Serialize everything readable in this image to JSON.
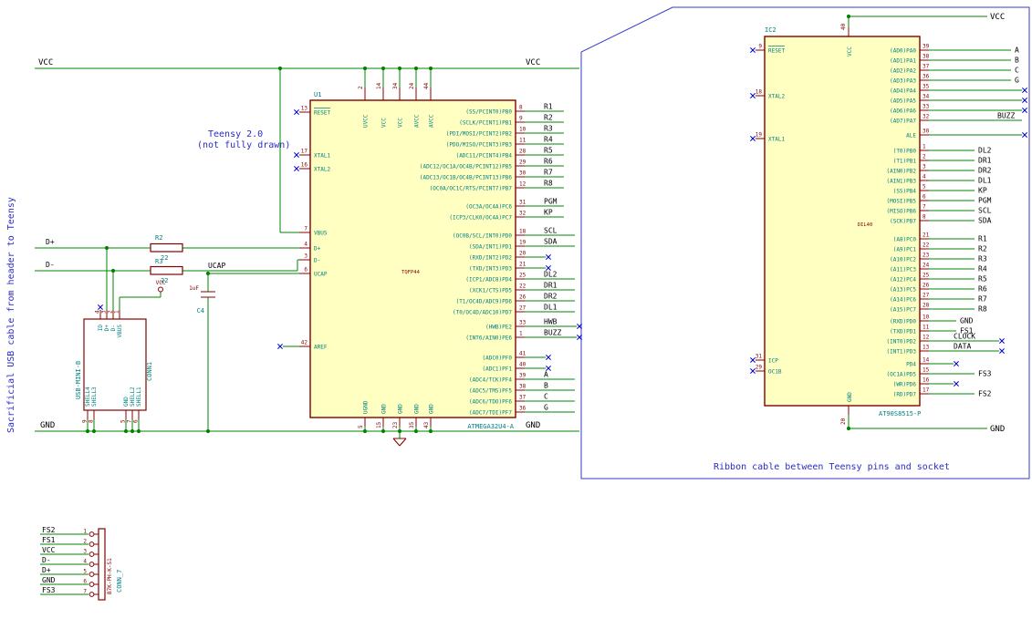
{
  "schematic": {
    "notes": {
      "left_vertical": "Sacrificial USB cable from header to Teensy",
      "teensy_1": "Teensy 2.0",
      "teensy_2": "(not fully drawn)",
      "ribbon": "Ribbon cable between Teensy pins and socket"
    },
    "power": {
      "vcc_left": "VCC",
      "vcc_right": "VCC",
      "gnd_left": "GND",
      "gnd_right": "GND",
      "vcc_ic2": "VCC",
      "gnd_ic2": "GND",
      "usb_vcc": "VCC"
    },
    "nets_left": {
      "dplus": "D+",
      "dminus": "D-",
      "ucap": "UCAP"
    }
  },
  "r2": {
    "ref": "R2",
    "value": "22"
  },
  "r3": {
    "ref": "R3",
    "value": "22"
  },
  "c4": {
    "ref": "C4",
    "value": "1uF"
  },
  "u1": {
    "ref": "U1",
    "value": "ATMEGA32U4-A",
    "package": "TQFP44",
    "left_pins": [
      {
        "num": "13",
        "name": "RESET",
        "nc": true,
        "overline": true
      },
      {
        "num": "17",
        "name": "XTAL1",
        "nc": true
      },
      {
        "num": "16",
        "name": "XTAL2",
        "nc": true
      },
      {
        "num": "7",
        "name": "VBUS"
      },
      {
        "num": "4",
        "name": "D+"
      },
      {
        "num": "3",
        "name": "D-"
      },
      {
        "num": "6",
        "name": "UCAP"
      },
      {
        "num": "42",
        "name": "AREF",
        "nc": true
      }
    ],
    "top_pins": [
      {
        "num": "2",
        "name": "UVCC"
      },
      {
        "num": "14",
        "name": "VCC"
      },
      {
        "num": "34",
        "name": "VCC"
      },
      {
        "num": "24",
        "name": "AVCC"
      },
      {
        "num": "44",
        "name": "AVCC"
      }
    ],
    "bottom_pins": [
      {
        "num": "5",
        "name": "UGND"
      },
      {
        "num": "15",
        "name": "GND"
      },
      {
        "num": "23",
        "name": "GND"
      },
      {
        "num": "35",
        "name": "GND"
      },
      {
        "num": "43",
        "name": "GND"
      }
    ],
    "right_groups": [
      {
        "rows": [
          {
            "num": "8",
            "name": "(SS/PCINT0)PB0",
            "net": "R1"
          },
          {
            "num": "9",
            "name": "(SCLK/PCINT1)PB1",
            "net": "R2"
          },
          {
            "num": "10",
            "name": "(PDI/MOSI/PCINT2)PB2",
            "net": "R3"
          },
          {
            "num": "11",
            "name": "(PDO/MISO/PCINT3)PB3",
            "net": "R4"
          },
          {
            "num": "28",
            "name": "(ADC11/PCINT4)PB4",
            "net": "R5"
          },
          {
            "num": "29",
            "name": "(ADC12/OC1A/OC4B/PCINT12)PB5",
            "net": "R6"
          },
          {
            "num": "30",
            "name": "(ADC13/OC1B/OC4B/PCINT13)PB6",
            "net": "R7"
          },
          {
            "num": "12",
            "name": "(OC0A/OC1C/RTS/PCINT7)PB7",
            "net": "R8"
          }
        ]
      },
      {
        "rows": [
          {
            "num": "31",
            "name": "(OC3A/OC4A)PC6",
            "net": "PGM"
          },
          {
            "num": "32",
            "name": "(ICP3/CLK0/OC4A)PC7",
            "net": "KP"
          }
        ]
      },
      {
        "rows": [
          {
            "num": "18",
            "name": "(OC0B/SCL/INT0)PD0",
            "net": "SCL",
            "w": "long"
          },
          {
            "num": "19",
            "name": "(SDA/INT1)PD1",
            "net": "SDA",
            "w": "long"
          },
          {
            "num": "20",
            "name": "(RXD/INT2)PD2",
            "nc": true
          },
          {
            "num": "21",
            "name": "(TXD/INT3)PD3",
            "nc": true
          },
          {
            "num": "25",
            "name": "(ICP1/ADC8)PD4",
            "net": "DL2",
            "w": "long"
          },
          {
            "num": "22",
            "name": "(XCK1/CTS)PD5",
            "net": "DR1",
            "w": "long"
          },
          {
            "num": "26",
            "name": "(T1/OC4D/ADC9)PD6",
            "net": "DR2",
            "w": "long"
          },
          {
            "num": "27",
            "name": "(T0/OC4D/ADC10)PD7",
            "net": "DL1",
            "w": "long"
          }
        ]
      },
      {
        "rows": [
          {
            "num": "33",
            "name": "(HWB)PE2",
            "net": "HWB",
            "w": "ncend"
          },
          {
            "num": "1",
            "name": "(INT6/AIN0)PE6",
            "net": "BUZZ",
            "w": "ncend"
          }
        ]
      },
      {
        "rows": [
          {
            "num": "41",
            "name": "(ADC0)PF0",
            "nc": true
          },
          {
            "num": "40",
            "name": "(ADC1)PF1",
            "nc": true
          },
          {
            "num": "39",
            "name": "(ADC4/TCK)PF4",
            "net": "A",
            "w": "long"
          },
          {
            "num": "38",
            "name": "(ADC5/TMS)PF5",
            "net": "B",
            "w": "long"
          },
          {
            "num": "37",
            "name": "(ADC6/TDO)PF6",
            "net": "C",
            "w": "long"
          },
          {
            "num": "36",
            "name": "(ADC7/TDI)PF7",
            "net": "G",
            "w": "long"
          }
        ]
      }
    ]
  },
  "ic2": {
    "ref": "IC2",
    "value": "AT90S8515-P",
    "package": "DIL40",
    "top_pin": {
      "num": "40",
      "name": "VCC"
    },
    "bottom_pin": {
      "num": "20",
      "name": "GND"
    },
    "left_pins": [
      {
        "num": "9",
        "name": "RESET",
        "nc": true,
        "overline": true
      },
      {
        "num": "18",
        "name": "XTAL2",
        "nc": true
      },
      {
        "num": "19",
        "name": "XTAL1",
        "nc": true
      },
      {
        "num": "31",
        "name": "ICP",
        "nc": true
      },
      {
        "num": "29",
        "name": "OC1B",
        "nc": true
      }
    ],
    "right_groups": [
      {
        "rows": [
          {
            "num": "39",
            "name": "(AD0)PA0",
            "net": "A",
            "k": "letter"
          },
          {
            "num": "38",
            "name": "(AD1)PA1",
            "net": "B",
            "k": "letter"
          },
          {
            "num": "37",
            "name": "(AD2)PA2",
            "net": "C",
            "k": "letter"
          },
          {
            "num": "36",
            "name": "(AD3)PA3",
            "net": "G",
            "k": "letter"
          },
          {
            "num": "35",
            "name": "(AD4)PA4",
            "k": "nc"
          },
          {
            "num": "34",
            "name": "(AD5)PA5",
            "k": "nc"
          },
          {
            "num": "33",
            "name": "(AD6)PA6",
            "k": "nc"
          },
          {
            "num": "32",
            "name": "(AD7)PA7",
            "net": "BUZZ",
            "k": "buzz"
          }
        ]
      },
      {
        "rows": [
          {
            "num": "30",
            "name": "ALE",
            "k": "nc"
          }
        ]
      },
      {
        "rows": [
          {
            "num": "1",
            "name": "(T0)PB0",
            "net": "DL2",
            "k": "mid"
          },
          {
            "num": "2",
            "name": "(T1)PB1",
            "net": "DR1",
            "k": "mid"
          },
          {
            "num": "3",
            "name": "(AIN0)PB2",
            "net": "DR2",
            "k": "mid"
          },
          {
            "num": "4",
            "name": "(AIN1)PB3",
            "net": "DL1",
            "k": "mid"
          },
          {
            "num": "5",
            "name": "(SS)PB4",
            "net": "KP",
            "k": "mid"
          },
          {
            "num": "6",
            "name": "(MOSI)PB5",
            "net": "PGM",
            "k": "mid"
          },
          {
            "num": "7",
            "name": "(MISO)PB6",
            "net": "SCL",
            "k": "mid"
          },
          {
            "num": "8",
            "name": "(SCK)PB7",
            "net": "SDA",
            "k": "mid"
          }
        ]
      },
      {
        "rows": [
          {
            "num": "21",
            "name": "(A8)PC0",
            "net": "R1",
            "k": "mid"
          },
          {
            "num": "22",
            "name": "(A9)PC1",
            "net": "R2",
            "k": "mid"
          },
          {
            "num": "23",
            "name": "(A10)PC2",
            "net": "R3",
            "k": "mid"
          },
          {
            "num": "24",
            "name": "(A11)PC3",
            "net": "R4",
            "k": "mid"
          },
          {
            "num": "25",
            "name": "(A12)PC4",
            "net": "R5",
            "k": "mid"
          },
          {
            "num": "26",
            "name": "(A13)PC5",
            "net": "R6",
            "k": "mid"
          },
          {
            "num": "27",
            "name": "(A14)PC6",
            "net": "R7",
            "k": "mid"
          },
          {
            "num": "28",
            "name": "(A15)PC7",
            "net": "R8",
            "k": "mid"
          }
        ]
      },
      {
        "rows": [
          {
            "num": "10",
            "name": "(RXD)PD0",
            "net": "GND",
            "k": "pdshort"
          },
          {
            "num": "11",
            "name": "(TXD)PD1",
            "net": "FS1",
            "k": "pdshort"
          },
          {
            "num": "12",
            "name": "(INT0)PD2",
            "net": "CLOCK",
            "k": "pdx"
          },
          {
            "num": "13",
            "name": "(INT1)PD3",
            "net": "DATA",
            "k": "pdx"
          },
          {
            "num": "14",
            "name": "PD4",
            "k": "pdnc"
          },
          {
            "num": "15",
            "name": "(OC1A)PD5",
            "net": "FS3",
            "k": "mid"
          },
          {
            "num": "16",
            "name": "(WR)PD6",
            "k": "pdnc"
          },
          {
            "num": "17",
            "name": "(RD)PD7",
            "net": "FS2",
            "k": "mid"
          }
        ]
      }
    ]
  },
  "usb": {
    "name": "USB-MINI-B",
    "ref": "CONN1",
    "pins": [
      {
        "num": "9",
        "name": "SHELL4",
        "side": "bottom"
      },
      {
        "num": "8",
        "name": "SHELL3",
        "side": "bottom"
      },
      {
        "num": "4",
        "name": "ID",
        "side": "top"
      },
      {
        "num": "3",
        "name": "D+",
        "side": "top"
      },
      {
        "num": "2",
        "name": "D-",
        "side": "top"
      },
      {
        "num": "1",
        "name": "VBUS",
        "side": "top"
      },
      {
        "num": "5",
        "name": "GND",
        "side": "bottom"
      },
      {
        "num": "7",
        "name": "SHELL2",
        "side": "bottom"
      },
      {
        "num": "6",
        "name": "SHELL1",
        "side": "bottom"
      }
    ]
  },
  "conn7": {
    "ref": "CONN_7",
    "value": "B7K-PH-K-S1",
    "rows": [
      {
        "net": "FS2",
        "num": "1"
      },
      {
        "net": "FS1",
        "num": "2"
      },
      {
        "net": "VCC",
        "num": "3"
      },
      {
        "net": "D-",
        "num": "4"
      },
      {
        "net": "D+",
        "num": "5"
      },
      {
        "net": "GND",
        "num": "6"
      },
      {
        "net": "FS3",
        "num": "7"
      }
    ]
  }
}
